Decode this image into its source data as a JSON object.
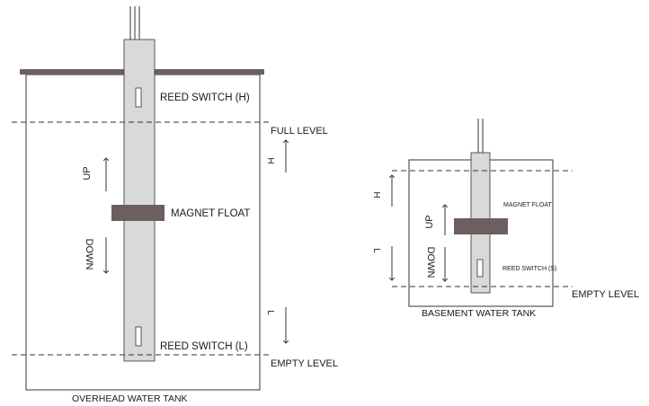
{
  "colors": {
    "stroke": "#333333",
    "pipe_fill": "#d9d9d9",
    "float_fill": "#6b5f5f",
    "lid_fill": "#6b5f5f",
    "text": "#1a1a1a"
  },
  "overhead_tank": {
    "caption": "OVERHEAD WATER TANK",
    "reed_switch_h": "REED SWITCH (H)",
    "reed_switch_l": "REED SWITCH (L)",
    "magnet_float": "MAGNET FLOAT",
    "full_level": "FULL LEVEL",
    "empty_level": "EMPTY LEVEL",
    "up": "UP",
    "down": "DOWN",
    "h_marker": "H",
    "l_marker": "L"
  },
  "basement_tank": {
    "caption": "BASEMENT WATER TANK",
    "magnet_float": "MAGNET FLOAT",
    "reed_switch_s": "REED SWITCH (S)",
    "empty_level": "EMPTY LEVEL",
    "up": "UP",
    "down": "DOWN",
    "h_marker": "H",
    "l_marker": "L"
  }
}
